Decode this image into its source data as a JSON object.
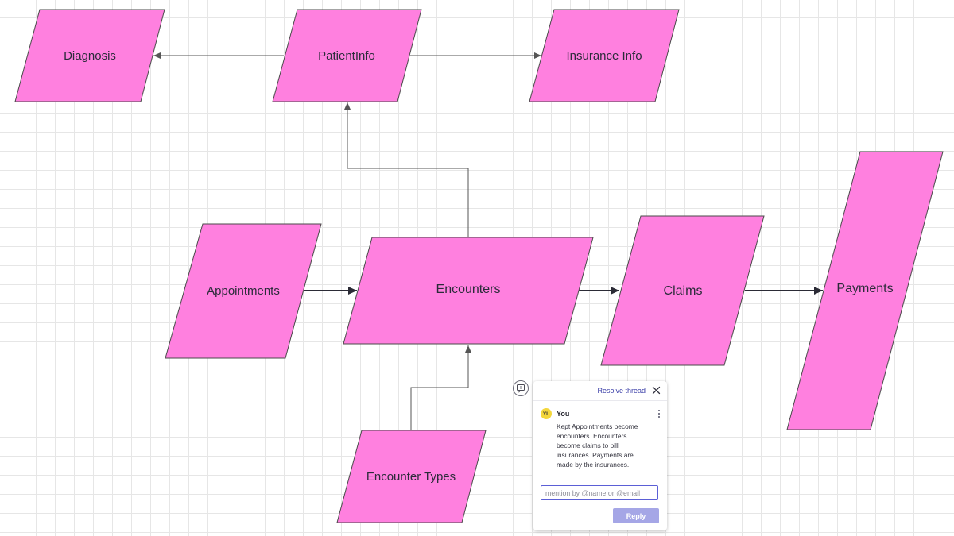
{
  "diagram": {
    "shapes": {
      "diagnosis": "Diagnosis",
      "patient_info": "PatientInfo",
      "insurance_info": "Insurance Info",
      "appointments": "Appointments",
      "encounters": "Encounters",
      "claims": "Claims",
      "payments": "Payments",
      "encounter_types": "Encounter Types"
    },
    "colors": {
      "shape_fill": "#ff80df",
      "shape_stroke": "#4a4a4a",
      "connector": "#555555",
      "primary_connector": "#2b2b36"
    }
  },
  "comment_thread": {
    "resolve_label": "Resolve thread",
    "author_initials": "YL",
    "author_name": "You",
    "body_lines": [
      "Kept Appointments become",
      "encounters. Encounters",
      "become claims to bill",
      "insurances. Payments are",
      "made by the insurances."
    ],
    "reply_placeholder": "mention by @name or @email",
    "reply_label": "Reply",
    "colors": {
      "link": "#3b3fa8",
      "avatar": "#f4d73b",
      "reply_button": "#a5a6e6",
      "input_border": "#5b5fd6"
    }
  }
}
